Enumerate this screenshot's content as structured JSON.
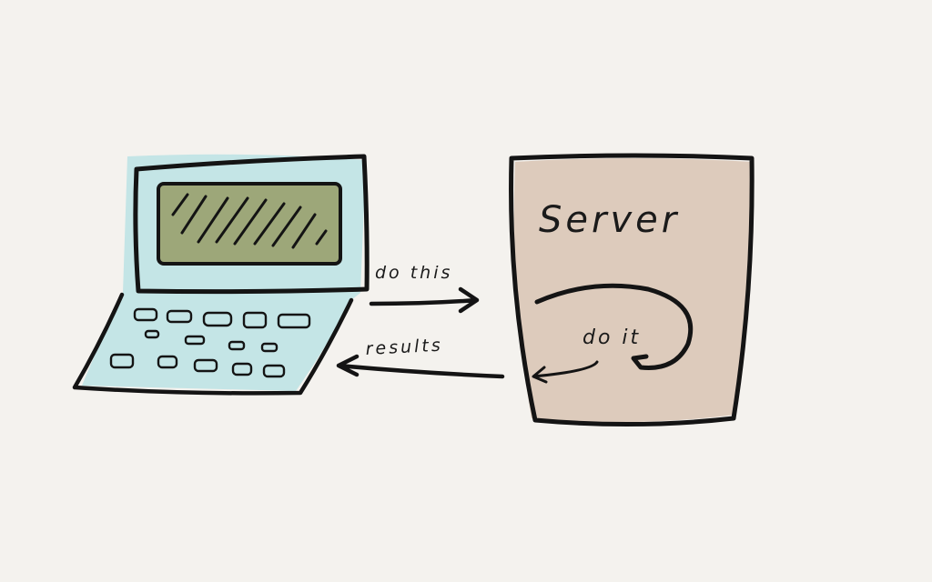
{
  "colors": {
    "background": "#f4f2ee",
    "ink": "#141414",
    "laptop_fill": "#bfe3e4",
    "screen_fill": "#9da779",
    "server_fill": "#ddcbbc"
  },
  "laptop": {
    "icon": "laptop-icon"
  },
  "server": {
    "label": "Server",
    "process_label": "do it"
  },
  "arrows": {
    "request_label": "do this",
    "response_label": "results"
  }
}
